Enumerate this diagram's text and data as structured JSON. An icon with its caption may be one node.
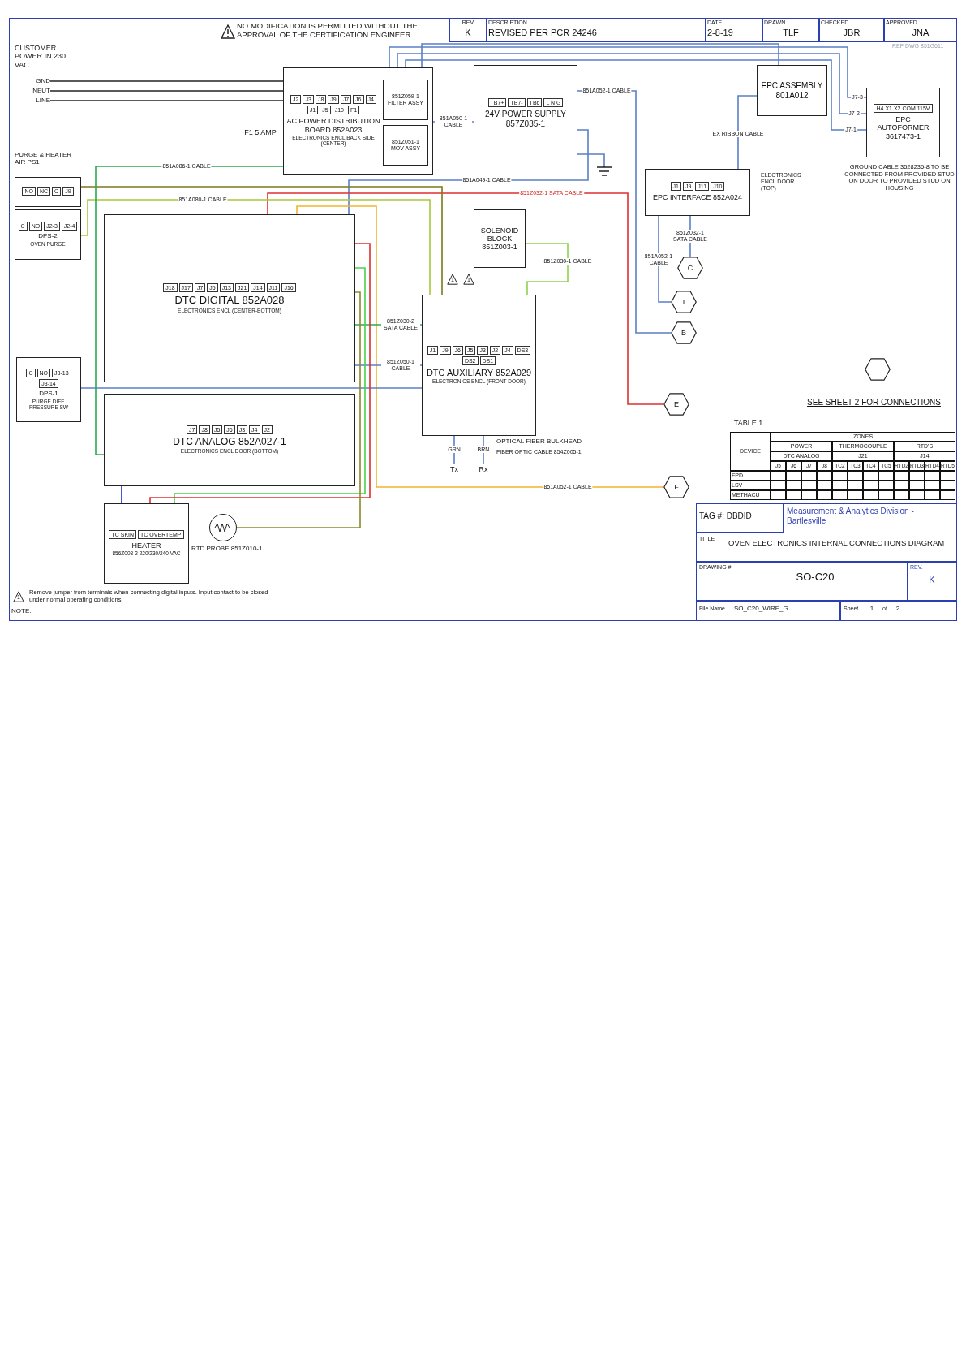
{
  "diagram": {
    "nodes": [
      {
        "text": [
          "H4 X1 X2 COM 115V",
          "EPC AUTOFORMER 3617473-1"
        ]
      },
      {
        "text": [
          "EPC ASSEMBLY 801A012"
        ]
      },
      {
        "text": [
          "J1",
          "J9",
          "J11",
          "J10",
          "EPC INTERFACE 852A024"
        ],
        "beside": [
          "ELECTRONICS ENCL DOOR (TOP)"
        ]
      },
      {
        "text": [
          "C"
        ]
      },
      {
        "text": [
          "I"
        ]
      },
      {
        "text": [
          "B"
        ]
      },
      {
        "text": [
          "E"
        ]
      },
      {
        "text": [
          "F"
        ]
      },
      {
        "text": [],
        "shape": "hexagon"
      },
      {
        "text": [
          "TB7+",
          "TB7-",
          "24V POWER SUPPLY 857Z035-1",
          "TB6",
          "L N G"
        ]
      },
      {
        "text": [],
        "shape": "ground"
      },
      {
        "text": [
          "SOLENOID BLOCK 851Z003-1"
        ]
      },
      {
        "text": [
          "J1",
          "J9",
          "J6",
          "J5",
          "J3",
          "J2",
          "J4",
          "DS3",
          "DS2",
          "DS1",
          "DTC AUXILIARY 852A029",
          "ELECTRONICS ENCL (FRONT DOOR)"
        ],
        "beside": [
          "OPTICAL FIBER BULKHEAD",
          "FIBER OPTIC CABLE 854Z005-1"
        ]
      },
      {
        "text": [
          "J2",
          "J3",
          "J8",
          "J9",
          "AC POWER DISTRIBUTION BOARD 852A023",
          "ELECTRONICS ENCL BACK SIDE (CENTER)",
          "J7",
          "J6",
          "J4",
          "J1",
          "J5",
          "J10",
          "F1"
        ],
        "beside": [
          "F1 5 AMP"
        ]
      },
      {
        "text": [
          "851Z059-1 FILTER ASSY"
        ],
        "in": 13
      },
      {
        "text": [
          "851Z051-1 MOV ASSY"
        ],
        "in": 13
      },
      {
        "text": [
          "J18",
          "J17",
          "J7",
          "J5",
          "J13",
          "J21",
          "J14",
          "J11",
          "J16",
          "DTC DIGITAL 852A028",
          "ELECTRONICS ENCL (CENTER-BOTTOM)"
        ]
      },
      {
        "text": [
          "J7",
          "J8",
          "J5",
          "J6",
          "J3",
          "J4",
          "J2",
          "DTC ANALOG 852A027-1",
          "ELECTRONICS ENCL DOOR (BOTTOM)"
        ]
      },
      {
        "text": [],
        "shape": "circle",
        "beside": [
          "RTD PROBE 851Z010-1"
        ]
      },
      {
        "text": [
          "TC SKIN",
          "TC OVERTEMP",
          "HEATER",
          "856Z003-2 220/230/240 VAC"
        ]
      },
      {
        "text": [
          "NO",
          "NC",
          "C",
          "J9"
        ],
        "beside": [
          "PURGE & HEATER AIR PS1"
        ]
      },
      {
        "text": [
          "DPS-2",
          "C",
          "NO",
          "J2-3",
          "J2-4",
          "OVEN PURGE"
        ]
      },
      {
        "text": [
          "DPS-1",
          "C",
          "NO",
          "J3-13",
          "J3-14",
          "PURGE DIFF. PRESSURE SW"
        ]
      },
      {
        "text": [
          "GND"
        ]
      },
      {
        "text": [
          "NEUT"
        ]
      },
      {
        "text": [
          "LINE"
        ]
      },
      {
        "text": [
          "Rx"
        ]
      },
      {
        "text": [
          "Tx"
        ]
      }
    ],
    "edges": [
      {
        "from": 13,
        "to": 0,
        "arrow": "none",
        "label": "J7-1"
      },
      {
        "from": 13,
        "to": 0,
        "arrow": "none",
        "label": "J7-2"
      },
      {
        "from": 13,
        "to": 0,
        "arrow": "none",
        "label": "J7-3"
      },
      {
        "from": 1,
        "to": 13,
        "arrow": "none"
      },
      {
        "from": 1,
        "to": 2,
        "arrow": "none",
        "label": "EX RIBBON CABLE"
      },
      {
        "from": 2,
        "to": 3,
        "arrow": "none",
        "label": "851Z032-1 SATA CABLE"
      },
      {
        "from": 2,
        "to": 4,
        "arrow": "none",
        "label": "851A052-1 CABLE"
      },
      {
        "from": 5,
        "to": 9,
        "arrow": "none",
        "label": "851A052-1 CABLE"
      },
      {
        "from": 9,
        "to": 10,
        "arrow": "none"
      },
      {
        "from": 9,
        "to": 16,
        "arrow": "none",
        "label": "851A049-1 CABLE"
      },
      {
        "from": 9,
        "to": 13,
        "arrow": "none",
        "label": "851A050-1 CABLE"
      },
      {
        "from": 6,
        "to": 16,
        "arrow": "none",
        "label": "851Z032-1 SATA CABLE",
        "color": "#e03030"
      },
      {
        "from": 7,
        "to": 16,
        "arrow": "none",
        "label": "851A052-1 CABLE",
        "color": "#f2b52a"
      },
      {
        "from": 11,
        "to": 12,
        "arrow": "none",
        "label": "851Z030-1 CABLE",
        "color": "#8fd14f"
      },
      {
        "from": 12,
        "to": 16,
        "arrow": "none",
        "label": "851Z030-2 SATA CABLE",
        "color": "#2fa84f"
      },
      {
        "from": 12,
        "to": 16,
        "arrow": "none",
        "label": "851Z050-1 CABLE"
      },
      {
        "from": 12,
        "to": 22,
        "arrow": "none"
      },
      {
        "from": 12,
        "to": 20,
        "arrow": "none",
        "color": "#7a7a1a"
      },
      {
        "from": 12,
        "to": 21,
        "arrow": "none",
        "label": "851A080-1 CABLE",
        "color": "#a8c83c"
      },
      {
        "from": 13,
        "to": 17,
        "arrow": "none",
        "label": "851A086-1 CABLE",
        "color": "#2fa84f"
      },
      {
        "from": 16,
        "to": 19,
        "arrow": "none",
        "color": "#4ccf4c"
      },
      {
        "from": 16,
        "to": 19,
        "arrow": "none",
        "color": "#e03030"
      },
      {
        "from": 16,
        "to": 18,
        "arrow": "none",
        "color": "#8a8a2a"
      },
      {
        "from": 17,
        "to": 19,
        "arrow": "none",
        "color": "#1a2fc0"
      },
      {
        "from": 23,
        "to": 13,
        "arrow": "none",
        "color": "#222222"
      },
      {
        "from": 24,
        "to": 13,
        "arrow": "none",
        "color": "#222222"
      },
      {
        "from": 25,
        "to": 13,
        "arrow": "none",
        "color": "#222222"
      },
      {
        "from": 12,
        "to": 26,
        "arrow": "none",
        "label": "BRN"
      },
      {
        "from": 12,
        "to": 27,
        "arrow": "none",
        "label": "GRN"
      }
    ],
    "labels": [
      "REV",
      "K",
      "DESCRIPTION",
      "REVISED PER PCR 24246",
      "DATE",
      "2-8-19",
      "DRAWN",
      "TLF",
      "CHECKED",
      "JBR",
      "APPROVED",
      "JNA",
      "REF DWG 851G611",
      "NO MODIFICATION IS PERMITTED WITHOUT THE APPROVAL OF THE CERTIFICATION ENGINEER.",
      "GROUND CABLE 3528235-8 TO BE CONNECTED FROM PROVIDED STUD ON DOOR TO PROVIDED STUD ON HOUSING",
      "SEE SHEET 2 FOR CONNECTIONS",
      "CUSTOMER POWER IN 230 VAC",
      "1",
      "1",
      "TABLE 1",
      "DEVICE",
      "ZONES",
      "POWER",
      "THERMOCOUPLE",
      "RTD'S",
      "DTC ANALOG",
      "J21",
      "J14",
      "J5",
      "J6",
      "J7",
      "J8",
      "TC2",
      "TC3",
      "TC4",
      "TC5",
      "RTD2",
      "RTD3",
      "RTD4",
      "RTD5",
      "FPD",
      "LSV",
      "METHACU",
      "TAG #: DBDID",
      "Measurement & Analytics Division - Bartlesville",
      "TITLE",
      "OVEN ELECTRONICS INTERNAL CONNECTIONS DIAGRAM",
      "DRAWING #",
      "SO-C20",
      "REV.",
      "K",
      "File Name",
      "SO_C20_WIRE_G",
      "Sheet",
      "1",
      "of",
      "2",
      "NOTE:",
      "1",
      "Remove jumper from terminals when connecting digital inputs. Input contact to be closed under normal operating conditions"
    ]
  }
}
